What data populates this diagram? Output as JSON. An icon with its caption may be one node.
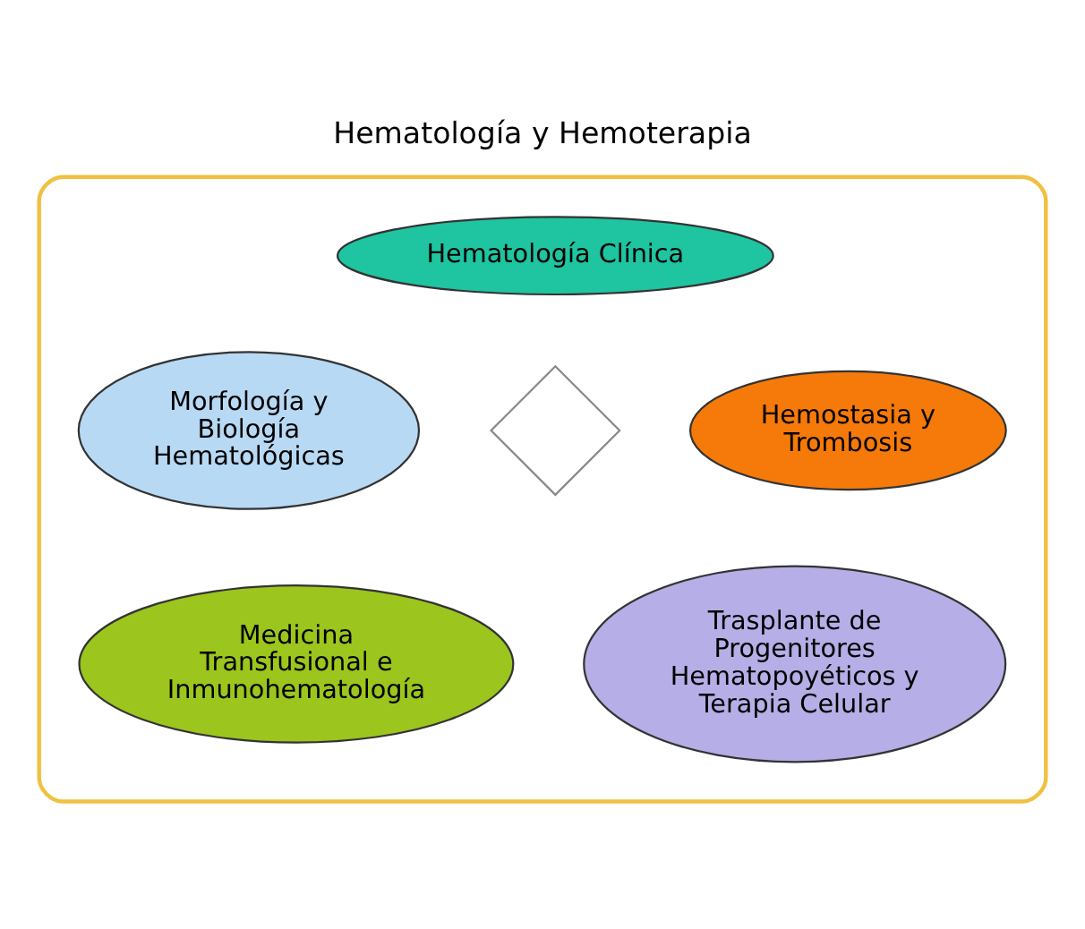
{
  "diagram": {
    "title": "Hematología y Hemoterapia",
    "nodes": [
      {
        "text": [],
        "shape": "ellipse"
      },
      {
        "text": [
          "Hematología Clínica"
        ],
        "in": 0
      },
      {
        "text": [
          "Morfología y Biología Hematológicas"
        ],
        "in": 0
      },
      {
        "text": [
          "Hemostasia y Trombosis"
        ],
        "in": 0
      },
      {
        "text": [],
        "shape": "arrow",
        "in": 0
      },
      {
        "text": [
          "Medicina Transfusional e Inmunohematología"
        ],
        "in": 0
      },
      {
        "text": [
          "Trasplante de Progenitores Hematopoyéticos y Terapia Celular"
        ],
        "in": 0
      }
    ]
  }
}
